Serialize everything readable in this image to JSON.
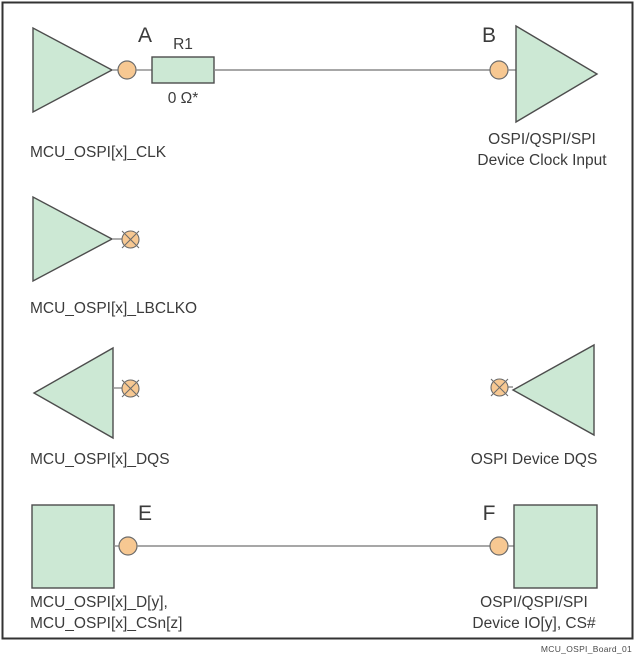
{
  "diagram": {
    "title_footer": "MCU_OSPI_Board_01",
    "colors": {
      "buffer_fill": "#cce8d4",
      "buffer_stroke": "#4d4d4d",
      "pin_fill": "#f7c892",
      "pin_stroke": "#6b6b6b",
      "wire": "#8a8a8a",
      "text": "#3b3b3b",
      "border": "#333333",
      "background": "#ffffff"
    },
    "border": {
      "name": "diagram-outer-border"
    },
    "rows": [
      {
        "id": "clk",
        "left_label": "MCU_OSPI[x]_CLK",
        "left_ref": "A",
        "left_symbol": "output-buffer-right",
        "component": {
          "ref": "R1",
          "value": "0 Ω*",
          "shape": "resistor"
        },
        "right_ref": "B",
        "right_symbol": "input-buffer-right",
        "right_label_lines": [
          "OSPI/QSPI/SPI",
          "Device Clock Input"
        ],
        "connected": true
      },
      {
        "id": "lbclko",
        "left_label": "MCU_OSPI[x]_LBCLKO",
        "left_ref": "",
        "left_symbol": "output-buffer-right",
        "left_terminator": "no-connect",
        "right_label_lines": [],
        "connected": false
      },
      {
        "id": "dqs",
        "left_label": "MCU_OSPI[x]_DQS",
        "left_ref": "",
        "left_symbol": "input-buffer-left",
        "left_terminator": "no-connect",
        "right_symbol": "output-buffer-left",
        "right_terminator": "no-connect",
        "right_label_lines": [
          "OSPI Device DQS"
        ],
        "connected": false
      },
      {
        "id": "data",
        "left_label_lines": [
          "MCU_OSPI[x]_D[y],",
          "MCU_OSPI[x]_CSn[z]"
        ],
        "left_ref": "E",
        "left_symbol": "bidirectional-box",
        "right_ref": "F",
        "right_symbol": "bidirectional-box",
        "right_label_lines": [
          "OSPI/QSPI/SPI",
          "Device IO[y], CS#"
        ],
        "connected": true
      }
    ],
    "text": {
      "row1_left_label": "MCU_OSPI[x]_CLK",
      "row1_ref_a": "A",
      "row1_res_ref": "R1",
      "row1_res_val": "0 Ω*",
      "row1_ref_b": "B",
      "row1_right_l1": "OSPI/QSPI/SPI",
      "row1_right_l2": "Device Clock Input",
      "row2_left_label": "MCU_OSPI[x]_LBCLKO",
      "row3_left_label": "MCU_OSPI[x]_DQS",
      "row3_right_label": "OSPI Device DQS",
      "row4_ref_e": "E",
      "row4_left_l1": "MCU_OSPI[x]_D[y],",
      "row4_left_l2": "MCU_OSPI[x]_CSn[z]",
      "row4_ref_f": "F",
      "row4_right_l1": "OSPI/QSPI/SPI",
      "row4_right_l2": "Device IO[y], CS#",
      "footer": "MCU_OSPI_Board_01"
    }
  }
}
